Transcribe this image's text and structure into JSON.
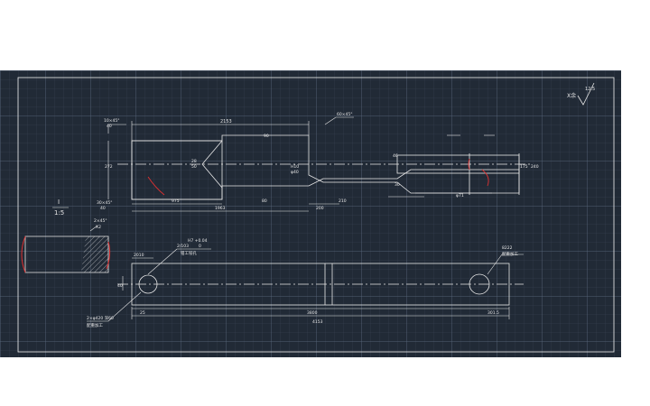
{
  "colors": {
    "background": "#212a36",
    "line": "#e8e8e8",
    "accent": "#e03030",
    "frame": "#f0f0f0"
  },
  "roughness": {
    "label": "X余",
    "value": "12.5"
  },
  "scale": {
    "label": "I",
    "ratio": "1:5"
  },
  "detail": {
    "chamfer": "2×45°",
    "count": "X2"
  },
  "top_view": {
    "chamfer_left_top": "10×45°",
    "chamfer_left_top_sub": "40",
    "chamfer_left_bottom": "30×45°",
    "chamfer_left_bottom_sub": "40",
    "dim_overall_top": "2153",
    "dim_taper_label": "60×45°",
    "dim_height_left": "272",
    "dim_slot_label": "28",
    "dim_slot_sub": "50",
    "dim_bore": "H10",
    "dim_bore_sub": "φ40",
    "dim_975": "975",
    "dim_1963": "1963",
    "dim_200": "200",
    "dim_210": "210",
    "dim_80": "80",
    "dim_90": "90",
    "dim_30": "30",
    "dim_46": "46",
    "dim_right_height": "240",
    "dim_right_small": "175",
    "dim_bottom_right": "φ71"
  },
  "front_view": {
    "hole_left_label": "2/103",
    "hole_left_tol": "H7 +0.04",
    "hole_left_tol2": "0",
    "hole_left_note": "钳工铰孔",
    "dim_left_top": "2010",
    "hole_right_label": "8222",
    "hole_right_note": "配重加工",
    "note_bottom_left": "2×φ420 深60",
    "note_bottom_left_2": "配重加工",
    "dim_left_height": "40",
    "dim_left_offset": "25",
    "dim_center": "3800",
    "dim_right_offset": "301.5",
    "dim_overall": "4153"
  }
}
